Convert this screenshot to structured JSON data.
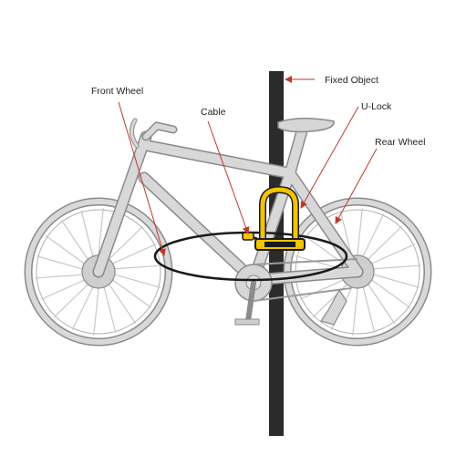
{
  "labels": {
    "front_wheel": "Front Wheel",
    "cable": "Cable",
    "fixed_object": "Fixed Object",
    "u_lock": "U-Lock",
    "rear_wheel": "Rear Wheel"
  },
  "colors": {
    "bike": "#d2d2d2",
    "bike_outline": "#8a8a8a",
    "pole": "#2b2b2b",
    "arrow": "#c0392b",
    "cable": "#1a1a1a",
    "lock_yellow": "#f2c300",
    "background": "#ffffff"
  }
}
